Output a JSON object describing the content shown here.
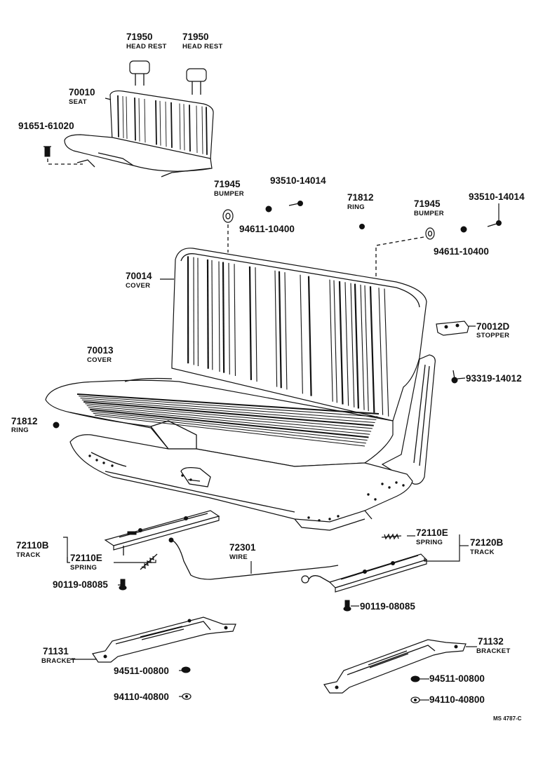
{
  "diagram": {
    "drawing_code": "MS 4787-C",
    "callouts": [
      {
        "id": "c1",
        "number": "71950",
        "name": "HEAD REST"
      },
      {
        "id": "c2",
        "number": "71950",
        "name": "HEAD REST"
      },
      {
        "id": "c3",
        "number": "70010",
        "name": "SEAT"
      },
      {
        "id": "c4",
        "number": "91651-61020",
        "name": ""
      },
      {
        "id": "c5",
        "number": "71945",
        "name": "BUMPER"
      },
      {
        "id": "c6",
        "number": "93510-14014",
        "name": ""
      },
      {
        "id": "c7",
        "number": "71812",
        "name": "RING"
      },
      {
        "id": "c8",
        "number": "71945",
        "name": "BUMPER"
      },
      {
        "id": "c9",
        "number": "93510-14014",
        "name": ""
      },
      {
        "id": "c10",
        "number": "94611-10400",
        "name": ""
      },
      {
        "id": "c11",
        "number": "94611-10400",
        "name": ""
      },
      {
        "id": "c12",
        "number": "70014",
        "name": "COVER"
      },
      {
        "id": "c13",
        "number": "70012D",
        "name": "STOPPER"
      },
      {
        "id": "c14",
        "number": "70013",
        "name": "COVER"
      },
      {
        "id": "c15",
        "number": "93319-14012",
        "name": ""
      },
      {
        "id": "c16",
        "number": "71812",
        "name": "RING"
      },
      {
        "id": "c17",
        "number": "72110B",
        "name": "TRACK"
      },
      {
        "id": "c18",
        "number": "72110E",
        "name": "SPRING"
      },
      {
        "id": "c19",
        "number": "72301",
        "name": "WIRE"
      },
      {
        "id": "c20",
        "number": "72110E",
        "name": "SPRING"
      },
      {
        "id": "c21",
        "number": "72120B",
        "name": "TRACK"
      },
      {
        "id": "c22",
        "number": "90119-08085",
        "name": ""
      },
      {
        "id": "c23",
        "number": "90119-08085",
        "name": ""
      },
      {
        "id": "c24",
        "number": "71131",
        "name": "BRACKET"
      },
      {
        "id": "c25",
        "number": "71132",
        "name": "BRACKET"
      },
      {
        "id": "c26",
        "number": "94511-00800",
        "name": ""
      },
      {
        "id": "c27",
        "number": "94511-00800",
        "name": ""
      },
      {
        "id": "c28",
        "number": "94110-40800",
        "name": ""
      },
      {
        "id": "c29",
        "number": "94110-40800",
        "name": ""
      }
    ]
  }
}
